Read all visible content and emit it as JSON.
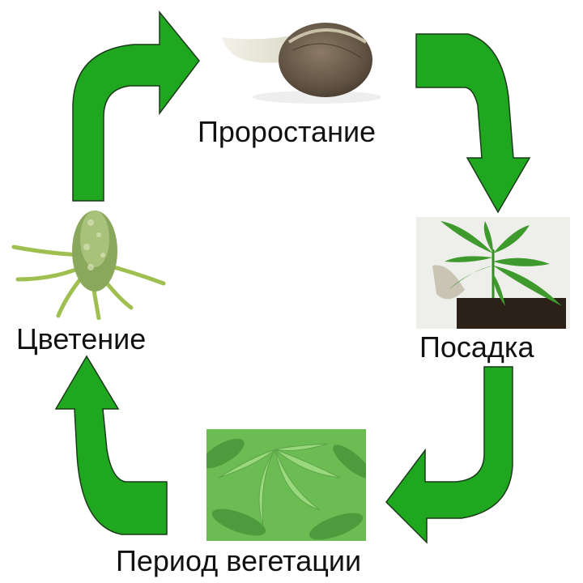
{
  "diagram": {
    "type": "cycle",
    "arrow_color": "#1fa81f",
    "arrow_outline": "#1a3a1a",
    "stages": [
      {
        "id": "germination",
        "label": "Проростание",
        "image": "sprouting-seed"
      },
      {
        "id": "planting",
        "label": "Посадка",
        "image": "seedling-in-soil"
      },
      {
        "id": "vegetation",
        "label": "Период вегетации",
        "image": "cannabis-leaves"
      },
      {
        "id": "flowering",
        "label": "Цветение",
        "image": "flowering-bud"
      }
    ],
    "flow": [
      "Проростание",
      "Посадка",
      "Период вегетации",
      "Цветение",
      "Проростание"
    ]
  }
}
